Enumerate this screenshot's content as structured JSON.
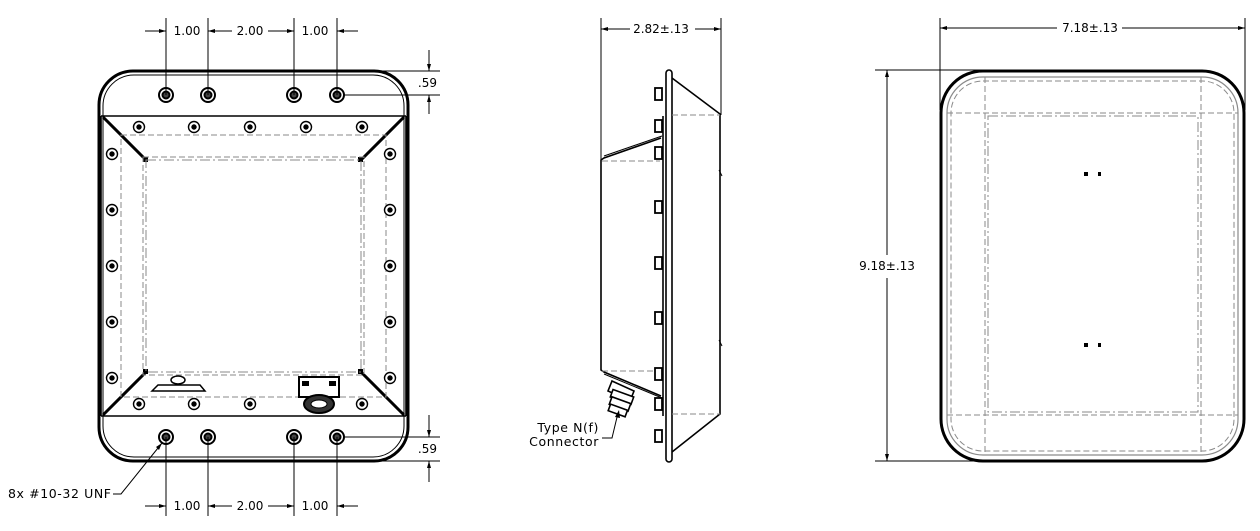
{
  "drawing": {
    "front_view": {
      "top_dims": [
        "1.00",
        "2.00",
        "1.00"
      ],
      "bottom_dims": [
        "1.00",
        "2.00",
        "1.00"
      ],
      "top_edge_offset": ".59",
      "bottom_edge_offset": ".59",
      "callout": "8x #10-32 UNF"
    },
    "side_view": {
      "depth_dim": "2.82±.13",
      "connector_label_line1": "Type N(f)",
      "connector_label_line2": "Connector"
    },
    "rear_view": {
      "width_dim": "7.18±.13",
      "height_dim": "9.18±.13"
    },
    "colors": {
      "line": "#000000",
      "hidden_line": "#8a8a8a",
      "background": "#ffffff"
    }
  }
}
